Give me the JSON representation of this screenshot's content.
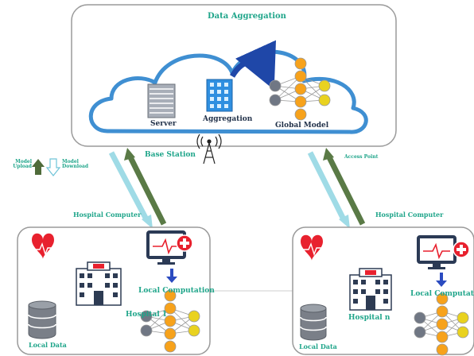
{
  "cloud": {
    "title": "Data Aggregation",
    "server_label": "Server",
    "aggregation_label": "Aggregation",
    "global_model_label": "Global Model"
  },
  "network": {
    "base_station_label": "Base Station",
    "access_point_label": "Access Point",
    "legend_upload": "Model\nUpload",
    "legend_download": "Model\nDownload"
  },
  "hospital_left": {
    "computer_label": "Hospital Computer",
    "name": "Hospital 1",
    "computation_label": "Local Computation",
    "data_label": "Local Data"
  },
  "hospital_right": {
    "computer_label": "Hospital Computer",
    "name": "Hospital n",
    "computation_label": "Local Computation",
    "data_label": "Local Data"
  },
  "colors": {
    "teal_text": "#1fa58a",
    "download_arrow": "#9fdbe6",
    "upload_arrow": "#5a7a46",
    "heart": "#e8212e",
    "node_orange": "#f7a21b",
    "node_gray": "#707784",
    "node_yellow": "#e9d21f"
  }
}
